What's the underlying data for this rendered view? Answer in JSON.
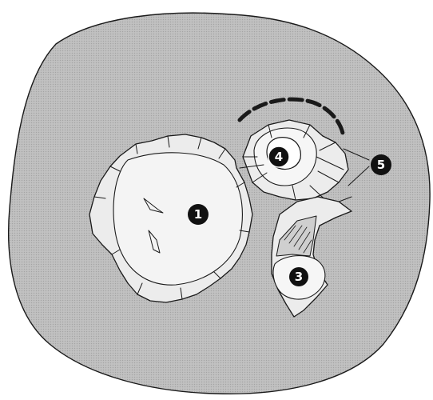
{
  "callouts": [
    {
      "id": "1",
      "label": "1"
    },
    {
      "id": "3",
      "label": "3"
    },
    {
      "id": "4",
      "label": "4"
    },
    {
      "id": "5",
      "label": "5"
    }
  ],
  "colors": {
    "background_tissue": "#b8b8b8",
    "fragment_fill": "#e9e9e9",
    "outline": "#1a1a1a",
    "callout_fill": "#111111",
    "callout_text": "#ffffff"
  }
}
